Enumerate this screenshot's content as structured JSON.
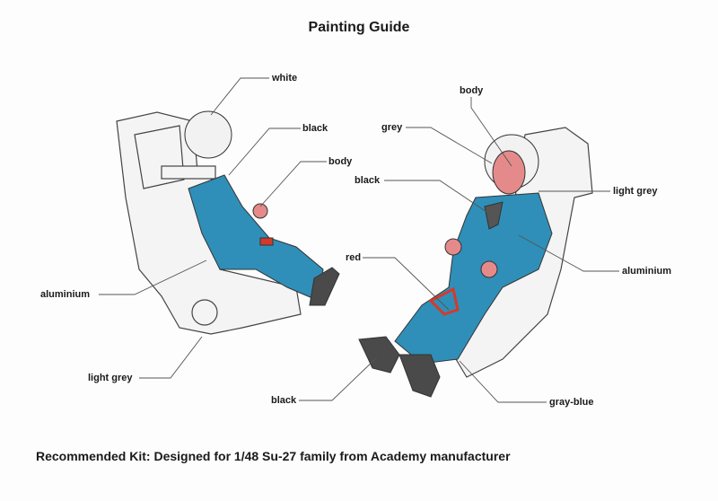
{
  "title": "Painting Guide",
  "left_labels": {
    "white": "white",
    "black": "black",
    "body": "body",
    "aluminium": "aluminium",
    "light_grey": "light grey"
  },
  "right_labels": {
    "body": "body",
    "grey": "grey",
    "black": "black",
    "light_grey": "light grey",
    "aluminium": "aluminium",
    "red": "red",
    "black_boots": "black",
    "gray_blue": "gray-blue"
  },
  "footer": "Recommended Kit: Designed for 1/48 Su-27 family from Academy manufacturer",
  "colors": {
    "suit": "#2f8fb8",
    "skin": "#e58a8a",
    "boots": "#4a4a4a",
    "red": "#d43a2a",
    "seat": "#f4f4f4",
    "line": "#555555"
  }
}
